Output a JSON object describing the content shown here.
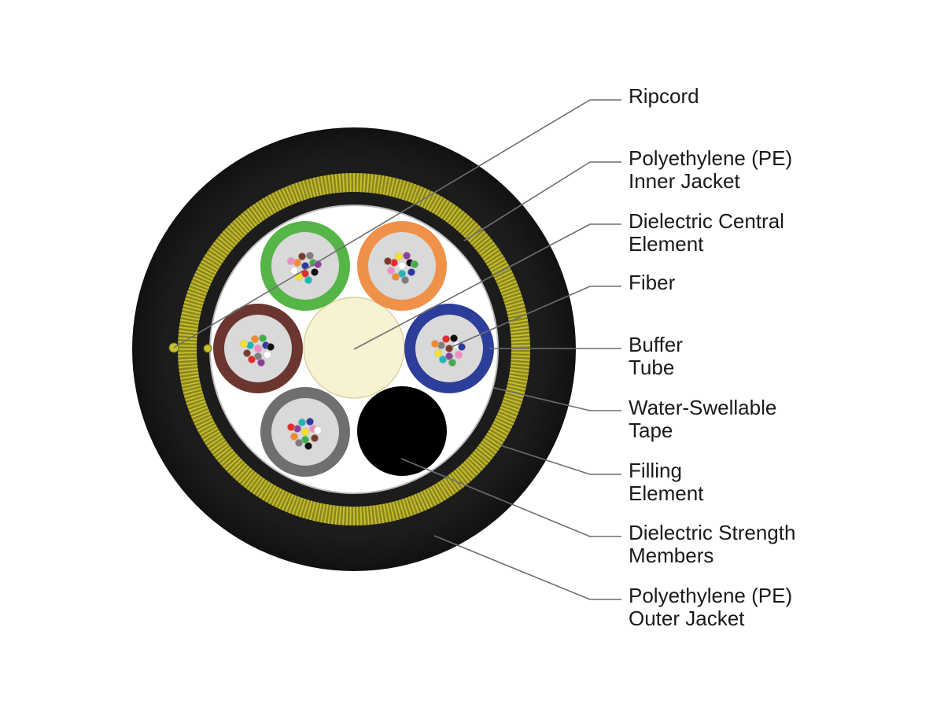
{
  "labels": [
    {
      "id": "ripcord",
      "lines": [
        "Ripcord"
      ]
    },
    {
      "id": "inner-jacket",
      "lines": [
        "Polyethylene (PE)",
        "Inner Jacket"
      ]
    },
    {
      "id": "central-element",
      "lines": [
        "Dielectric Central",
        "Element"
      ]
    },
    {
      "id": "fiber",
      "lines": [
        "Fiber"
      ]
    },
    {
      "id": "buffer-tube",
      "lines": [
        "Buffer",
        "Tube"
      ]
    },
    {
      "id": "water-tape",
      "lines": [
        "Water-Swellable",
        "Tape"
      ]
    },
    {
      "id": "filling-element",
      "lines": [
        "Filling",
        "Element"
      ]
    },
    {
      "id": "strength-members",
      "lines": [
        "Dielectric Strength",
        "Members"
      ]
    },
    {
      "id": "outer-jacket",
      "lines": [
        "Polyethylene (PE)",
        "Outer Jacket"
      ]
    }
  ],
  "colors": {
    "outer_jacket": "#1c1c1c",
    "strength_yarn": "#c9c12e",
    "inner_fill": "#ffffff",
    "central_element": "#f7f3d2",
    "filling_element": "#000000",
    "tube_green": "#55b547",
    "tube_orange": "#f0914a",
    "tube_brown": "#6b3530",
    "tube_blue": "#2d3d9a",
    "tube_gray": "#6f6f6f",
    "tube_core": "#d9d9d9",
    "leader_line": "#6e6e6e"
  },
  "fiber_colors": [
    "#2f3a9e",
    "#f38a2e",
    "#3fae49",
    "#7a3b2c",
    "#7d7d7d",
    "#ffffff",
    "#e32b2b",
    "#111111",
    "#f5e12a",
    "#8e3f9a",
    "#f28cc0",
    "#22b5b5"
  ]
}
